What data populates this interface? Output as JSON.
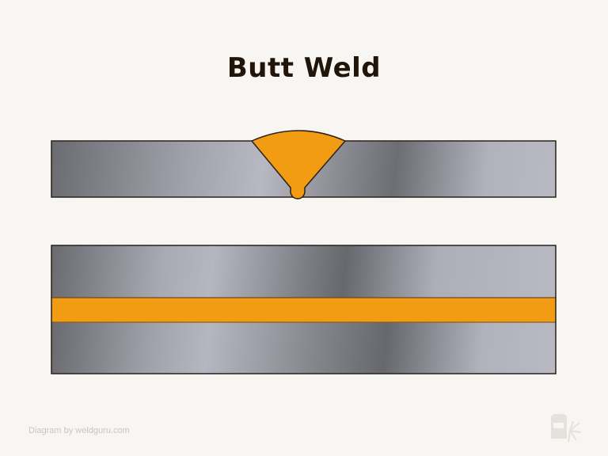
{
  "title": "Butt Weld",
  "credit": "Diagram by weldguru.com",
  "colors": {
    "background": "#f7f6f2",
    "title": "#211509",
    "weld": "#f29c14",
    "outline": "#2b2017",
    "metal_dark": "#6d6e74",
    "metal_light": "#b9b9c4"
  },
  "views": [
    {
      "name": "cross-section",
      "description": "Side view: two plates joined with V-groove weld and root bead"
    },
    {
      "name": "top-view",
      "description": "Top view: two plates joined with a horizontal weld bead"
    }
  ],
  "icons": {
    "logo": "welding-helmet-icon"
  }
}
